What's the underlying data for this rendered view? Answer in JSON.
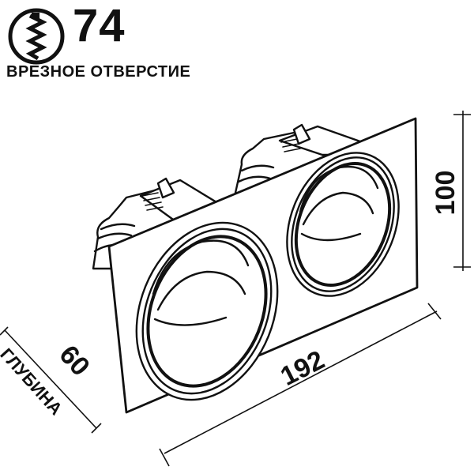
{
  "cutout": {
    "value": "74",
    "label": "ВРЕЗНОЕ ОТВЕРСТИЕ",
    "icon": "drill-cutout-icon"
  },
  "dimensions": {
    "height": "100",
    "width": "192",
    "depth": "60",
    "depth_label": "ГЛУБИНА"
  },
  "colors": {
    "line": "#111111",
    "background": "#ffffff"
  }
}
